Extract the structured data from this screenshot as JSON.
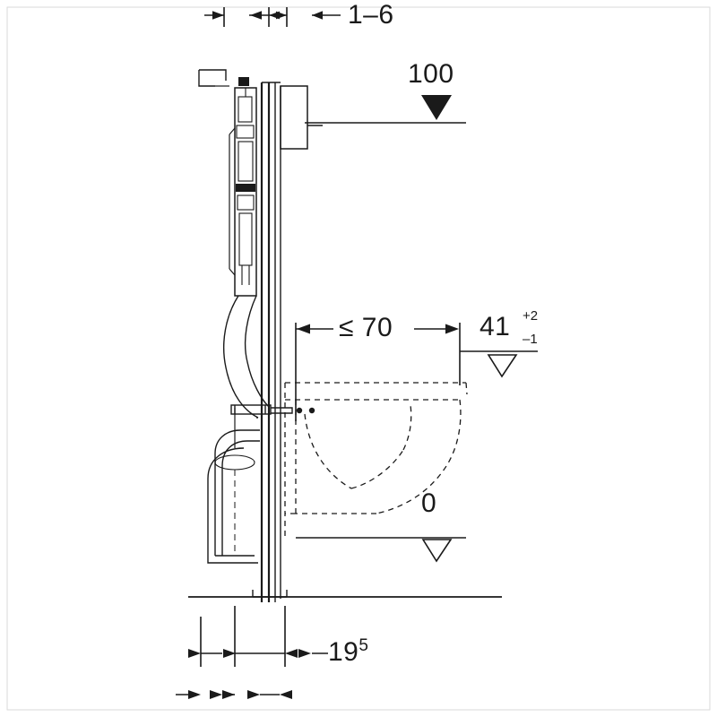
{
  "figure": {
    "title": "",
    "background_color": "#ffffff",
    "line_color": "#1a1a1a"
  },
  "dimensions": {
    "top_gap": "1–6",
    "height_100": "100",
    "projection": "≤ 70",
    "seat_height": "41",
    "seat_tol_plus": "+2",
    "seat_tol_minus": "–1",
    "floor_level": "0",
    "base_offset": "19",
    "base_offset_sup": "5"
  },
  "icons": {
    "level_marker_100": "level-triangle-icon",
    "level_marker_41": "level-triangle-icon",
    "level_marker_0": "level-triangle-icon",
    "dim_arrow": "dimension-arrow-icon"
  }
}
